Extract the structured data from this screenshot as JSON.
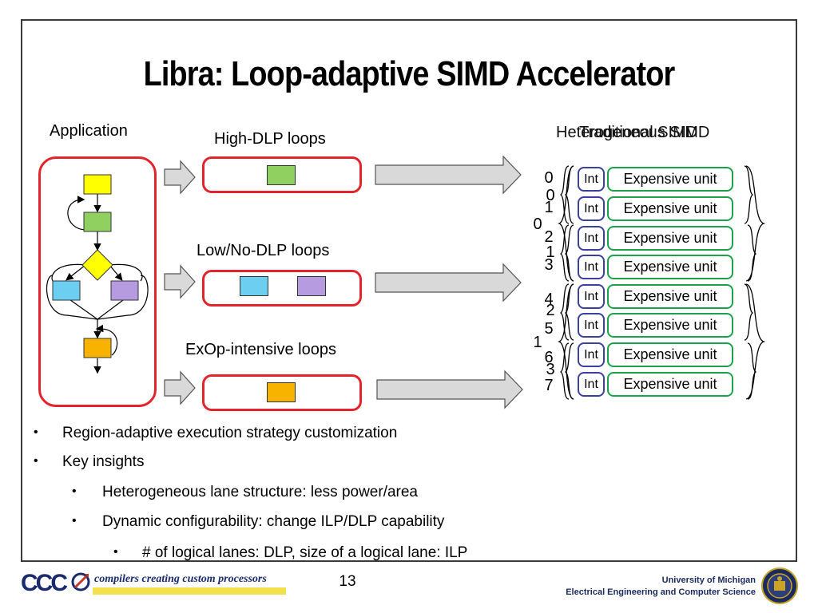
{
  "title": "Libra: Loop-adaptive SIMD Accelerator",
  "labels": {
    "application": "Application",
    "high_dlp": "High-DLP loops",
    "low_dlp": "Low/No-DLP loops",
    "exop": "ExOp-intensive loops",
    "simd_heading_a": "Heterogeneous SIMD",
    "simd_heading_b": "Traditional SIMD"
  },
  "lanes": {
    "int_label": "Int",
    "unit_label": "Expensive unit",
    "primary_indices": [
      "0",
      "1",
      "2",
      "3",
      "4",
      "5",
      "6",
      "7"
    ],
    "secondary_indices": [
      "0",
      "1",
      "2",
      "3"
    ],
    "tertiary_indices": [
      "0",
      "1"
    ]
  },
  "colors": {
    "yellow": "#ffff00",
    "green": "#8fd060",
    "blue": "#6ccff2",
    "purple": "#b79be0",
    "orange": "#f7b300",
    "red": "#e4242c",
    "int_border": "#3b3f9e",
    "unit_border": "#1aa34a"
  },
  "bullets": [
    {
      "level": 1,
      "text": "Region-adaptive execution strategy customization"
    },
    {
      "level": 1,
      "text": "Key insights"
    },
    {
      "level": 2,
      "text": "Heterogeneous lane structure: less power/area"
    },
    {
      "level": 2,
      "text": "Dynamic configurability: change ILP/DLP capability"
    },
    {
      "level": 3,
      "text": "# of logical lanes: DLP, size of a logical lane: ILP"
    }
  ],
  "footer": {
    "page_number": "13",
    "group_mark": "CCC",
    "tagline": "compilers creating custom processors",
    "university": "University of Michigan",
    "department": "Electrical Engineering and Computer Science",
    "seal_icon": "university-seal-icon"
  }
}
